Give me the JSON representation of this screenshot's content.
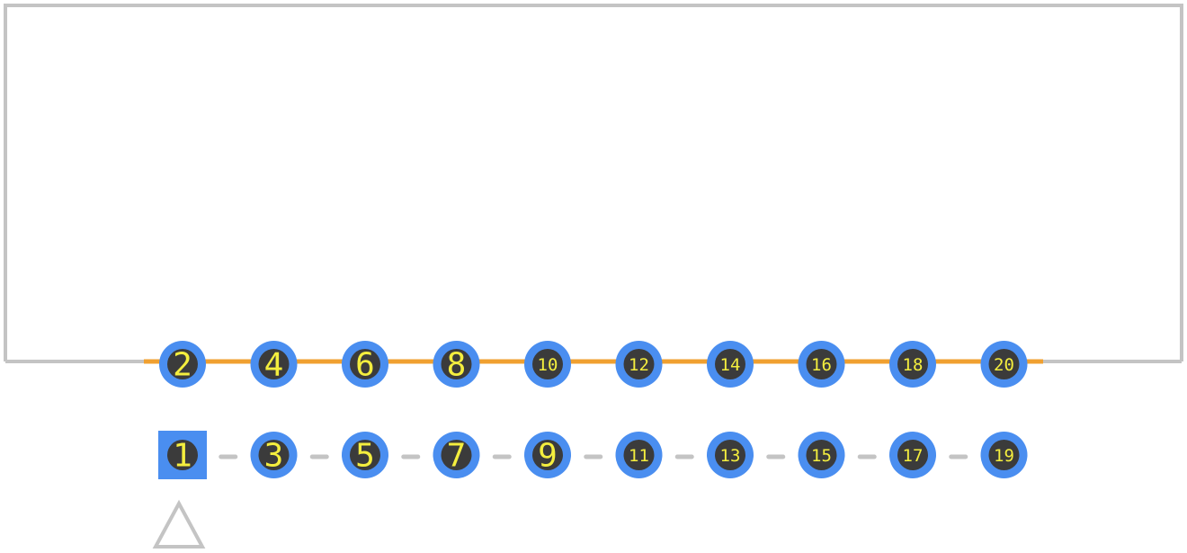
{
  "footprint": {
    "colors": {
      "outline": "#c4c4c4",
      "pad": "#4a8ef0",
      "drill": "#3b3b3b",
      "label": "#f4ee3e",
      "copper_trace": "#f0a030"
    },
    "pin1_marker": "triangle-outline",
    "top_row": [
      {
        "label": "2",
        "shape": "round"
      },
      {
        "label": "4",
        "shape": "round"
      },
      {
        "label": "6",
        "shape": "round"
      },
      {
        "label": "8",
        "shape": "round"
      },
      {
        "label": "10",
        "shape": "round"
      },
      {
        "label": "12",
        "shape": "round"
      },
      {
        "label": "14",
        "shape": "round"
      },
      {
        "label": "16",
        "shape": "round"
      },
      {
        "label": "18",
        "shape": "round"
      },
      {
        "label": "20",
        "shape": "round"
      }
    ],
    "bottom_row": [
      {
        "label": "1",
        "shape": "square"
      },
      {
        "label": "3",
        "shape": "round"
      },
      {
        "label": "5",
        "shape": "round"
      },
      {
        "label": "7",
        "shape": "round"
      },
      {
        "label": "9",
        "shape": "round"
      },
      {
        "label": "11",
        "shape": "round"
      },
      {
        "label": "13",
        "shape": "round"
      },
      {
        "label": "15",
        "shape": "round"
      },
      {
        "label": "17",
        "shape": "round"
      },
      {
        "label": "19",
        "shape": "round"
      }
    ]
  }
}
